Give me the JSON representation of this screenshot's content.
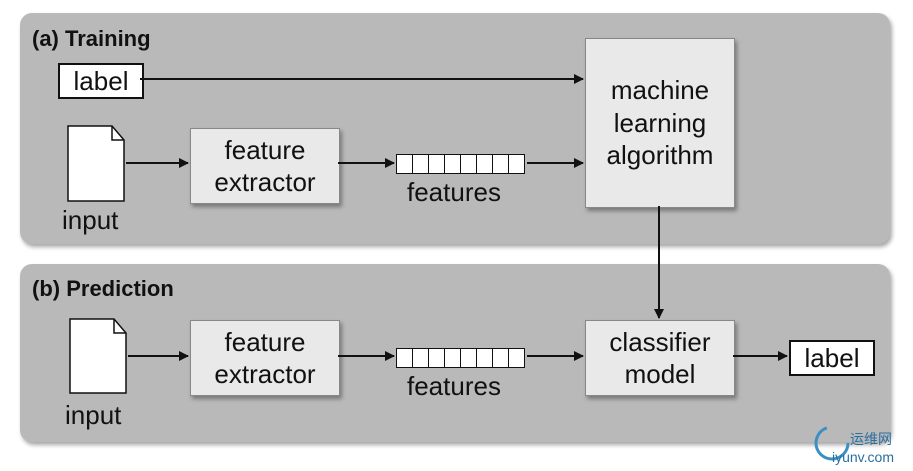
{
  "training": {
    "title": "(a) Training",
    "label": "label",
    "input": "input",
    "extractor": "feature\nextractor",
    "features": "features",
    "algorithm": "machine\nlearning\nalgorithm"
  },
  "prediction": {
    "title": "(b) Prediction",
    "input": "input",
    "extractor": "feature\nextractor",
    "features": "features",
    "classifier": "classifier\nmodel",
    "label": "label"
  },
  "watermark": {
    "cn": "运维网",
    "url": "iyunv.com"
  }
}
